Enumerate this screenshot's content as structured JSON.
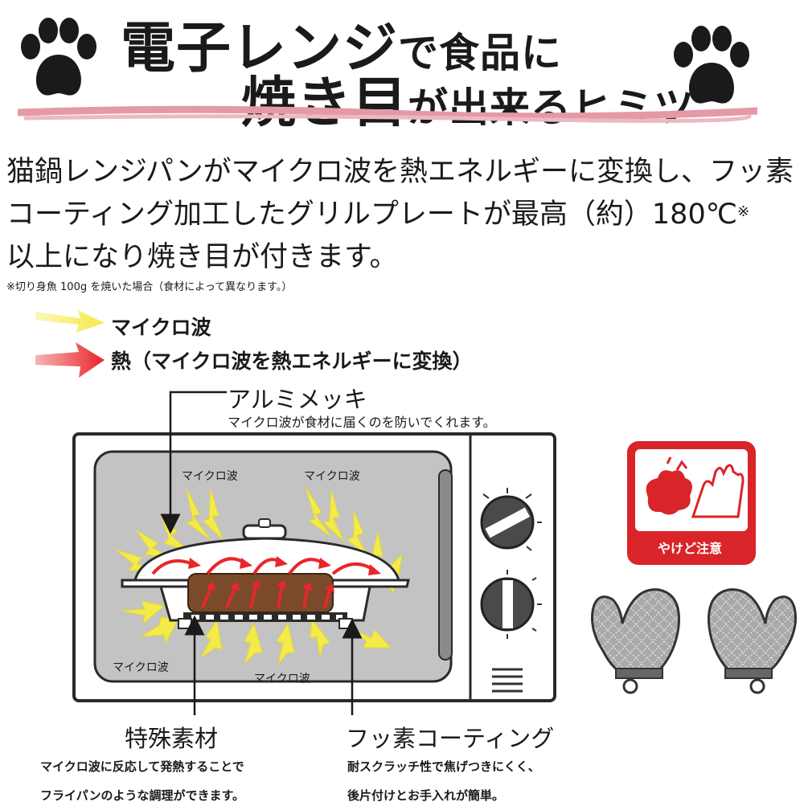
{
  "header": {
    "title_line1_emph": "電子レンジ",
    "title_line1_rest": "で食品に",
    "title_line2_emph": "焼き目",
    "title_line2_rest": "が出来るヒミツ",
    "paw_icon": "paw-icon",
    "underline_color": "#e39aa6"
  },
  "intro": {
    "line1": "猫鍋レンジパンがマイクロ波を熱エネルギーに変換し、フッ素",
    "line2": "コーティング加工したグリルプレートが最高（約）180℃",
    "line2_mark": "※",
    "line3": "以上になり焼き目が付きます。",
    "note": "※切り身魚 100g を焼いた場合（食材によって異なります。）"
  },
  "legend": {
    "microwave_label": "マイクロ波",
    "heat_label": "熱（マイクロ波を熱エネルギーに変換）",
    "microwave_color": "#f4ea4a",
    "heat_color": "#e8262b"
  },
  "callouts": {
    "aluminum_title": "アルミメッキ",
    "aluminum_desc": "マイクロ波が食材に届くのを防いでくれます。",
    "special_title": "特殊素材",
    "special_desc1": "マイクロ波に反応して発熱することで",
    "special_desc2": "フライパンのような調理ができます。",
    "fluoro_title": "フッ素コーティング",
    "fluoro_desc1": "耐スクラッチ性で焦げつきにくく、",
    "fluoro_desc2": "後片付けとお手入れが簡単。"
  },
  "diagram": {
    "microwave_labels": [
      "マイクロ波",
      "マイクロ波",
      "マイクロ波",
      "マイクロ波"
    ],
    "cavity_color": "#c3c3c3"
  },
  "warning": {
    "label": "やけど注意",
    "color": "#d9242a"
  }
}
